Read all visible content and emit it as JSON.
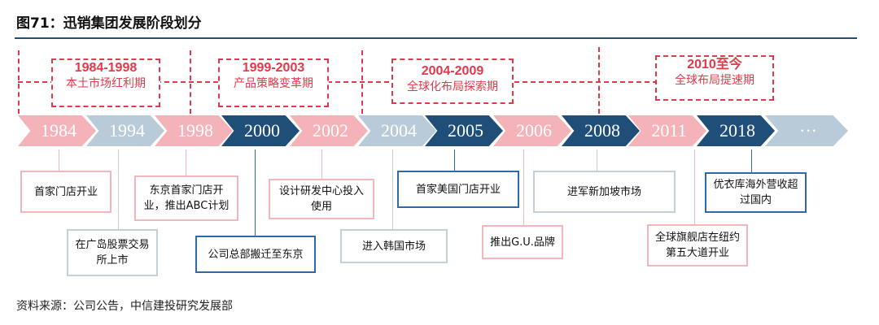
{
  "title": "图71：迅销集团发展阶段划分",
  "periods": [
    {
      "years": "1984-1998",
      "name": "本土市场红利期"
    },
    {
      "years": "1999-2003",
      "name": "产品策略变革期"
    },
    {
      "years": "2004-2009",
      "name": "全球化布局探索期"
    },
    {
      "years": "2010至今",
      "name": "全球布局提速期"
    }
  ],
  "timeline": [
    "1984",
    "1994",
    "1998",
    "2000",
    "2002",
    "2004",
    "2005",
    "2006",
    "2008",
    "2011",
    "2018",
    "···"
  ],
  "events": [
    "首家门店开业",
    "在广岛股票交易所上市",
    "东京首家门店开业，推出ABC计划",
    "公司总部搬迁至东京",
    "设计研发中心投入使用",
    "进入韩国市场",
    "首家美国门店开业",
    "推出G.U.品牌",
    "进军新加坡市场",
    "全球旗舰店在纽约第五大道开业",
    "优衣库海外营收超过国内"
  ],
  "source": "资料来源：公司公告，中信建投研究发展部",
  "colors": {
    "pink": "#f4b3b8",
    "grey": "#b9cbd8",
    "navy": "#1f4e79",
    "red": "#e0394b"
  }
}
